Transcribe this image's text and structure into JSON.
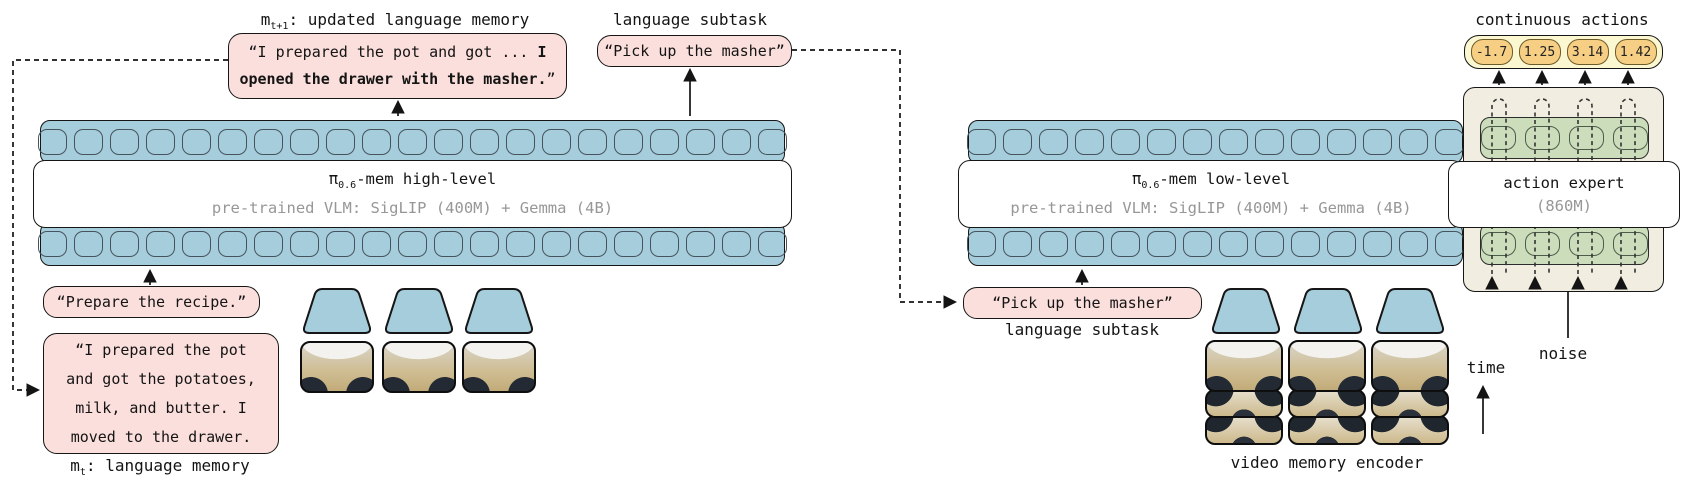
{
  "colors": {
    "token_blue": "#a5cddb",
    "memory_pink": "#fbdfdc",
    "expert_beige": "#f1ede0",
    "expert_green": "#ccddbb",
    "actions_yellow": "#fbf7d0",
    "action_chip_orange": "#f6cf85",
    "subtitle_gray": "#979797",
    "outline_black": "#161616"
  },
  "left": {
    "updated_memory_label": {
      "base": "m",
      "sub": "t+1",
      "rest": ": updated language memory"
    },
    "updated_memory_line1_normal": "“I prepared the pot and got ... ",
    "updated_memory_line1_bold": "I",
    "updated_memory_line2_bold": "opened the drawer with the masher.",
    "updated_memory_line2_normal": "”",
    "subtask_label": "language subtask",
    "subtask_text": "“Pick up the masher”",
    "model_title": {
      "pi": "π",
      "sub": "0.6",
      "rest": "-mem high-level"
    },
    "model_subtitle": "pre-trained VLM: SigLIP (400M) + Gemma (4B)",
    "prompt_text": "“Prepare the recipe.”",
    "memory_lines": [
      "“I prepared the pot",
      "and got the potatoes,",
      "milk, and butter. I",
      "moved to the drawer."
    ],
    "memory_label": {
      "base": "m",
      "sub": "t",
      "rest": ": language memory"
    }
  },
  "right": {
    "subtask_text": "“Pick up the masher”",
    "subtask_label": "language subtask",
    "model_title": {
      "pi": "π",
      "sub": "0.6",
      "rest": "-mem low-level"
    },
    "model_subtitle": "pre-trained VLM: SigLIP (400M) + Gemma (4B)",
    "video_encoder_label": "video memory encoder",
    "time_label": "time"
  },
  "actions": {
    "label": "continuous actions",
    "values": [
      "-1.7",
      "1.25",
      "3.14",
      "1.42"
    ],
    "expert_title": "action expert",
    "expert_param": "(860M)",
    "noise_label": "noise"
  },
  "counts": {
    "left_tokens": 21,
    "right_tokens": 14,
    "green_tokens": 4
  }
}
